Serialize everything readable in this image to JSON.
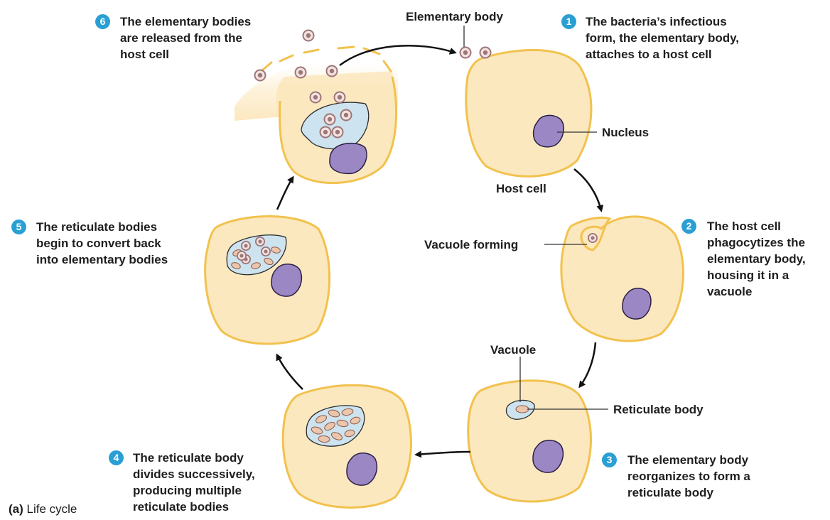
{
  "diagram": {
    "steps": [
      {
        "number": "1",
        "lines": [
          "The bacteria’s infectious",
          "form, the elementary body,",
          "attaches to a host cell"
        ]
      },
      {
        "number": "2",
        "lines": [
          "The host cell",
          "phagocytizes the",
          "elementary body,",
          "housing it in a",
          "vacuole"
        ]
      },
      {
        "number": "3",
        "lines": [
          "The elementary body",
          "reorganizes to form a",
          "reticulate body"
        ]
      },
      {
        "number": "4",
        "lines": [
          "The reticulate body",
          "divides successively,",
          "producing multiple",
          "reticulate bodies"
        ]
      },
      {
        "number": "5",
        "lines": [
          "The reticulate bodies",
          "begin to convert back",
          "into elementary bodies"
        ]
      },
      {
        "number": "6",
        "lines": [
          "The elementary bodies",
          "are released from the",
          "host cell"
        ]
      }
    ],
    "labels": {
      "elementary_body": "Elementary body",
      "nucleus": "Nucleus",
      "host_cell": "Host cell",
      "vacuole_forming": "Vacuole forming",
      "vacuole": "Vacuole",
      "reticulate_body": "Reticulate body"
    },
    "caption": {
      "tag": "(a)",
      "text": "Life cycle"
    },
    "colors": {
      "cell_fill": "#fce8bf",
      "cell_outline": "#f2c24e",
      "nucleus": "#9b87c4",
      "vacuole": "#cde3ef",
      "elementary_body": "#9c7678",
      "reticulate_body": "#ecc5ad",
      "badge": "#2a9fd3"
    }
  }
}
